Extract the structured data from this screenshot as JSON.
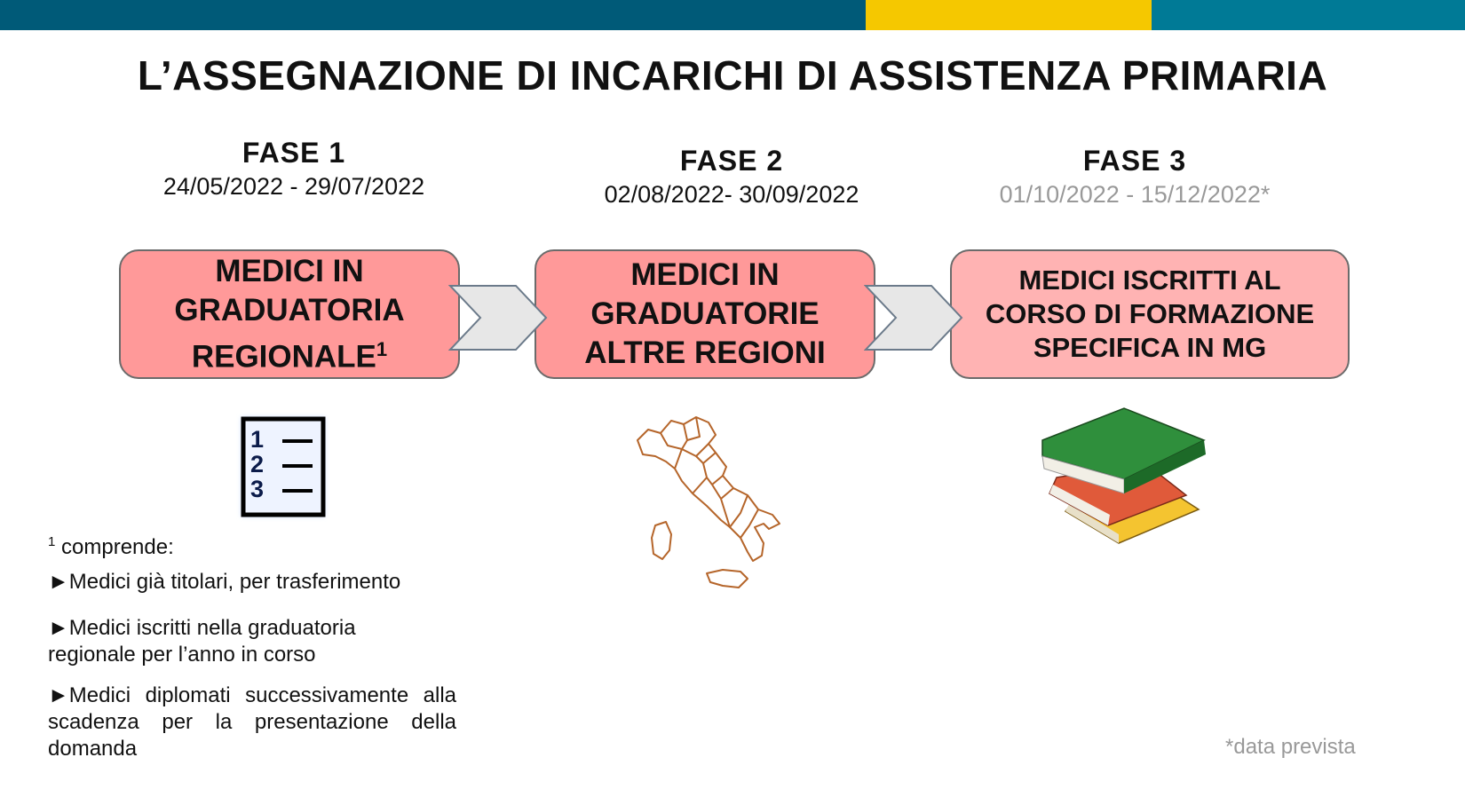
{
  "colors": {
    "bar_dark": "#005a78",
    "bar_yellow": "#f5c800",
    "bar_teal": "#007a96",
    "box_dark": "#ff9999",
    "box_light": "#ffb3b3",
    "arrow_fill": "#e7e7e7"
  },
  "title": "L’ASSEGNAZIONE DI INCARICHI DI ASSISTENZA PRIMARIA",
  "phases": [
    {
      "label": "FASE 1",
      "dates": "24/05/2022 - 29/07/2022",
      "box": "MEDICI IN\nGRADUATORIA\nREGIONALE",
      "sup": "1",
      "icon": "numbered-list-icon"
    },
    {
      "label": "FASE 2",
      "dates": "02/08/2022- 30/09/2022",
      "box": "MEDICI IN\nGRADUATORIE\nALTRE REGIONI",
      "icon": "italy-map-icon"
    },
    {
      "label": "FASE 3",
      "dates": "01/10/2022 - 15/12/2022*",
      "box": "MEDICI ISCRITTI AL\nCORSO DI FORMAZIONE\nSPECIFICA IN MG",
      "icon": "books-icon"
    }
  ],
  "list_numbers": [
    "1",
    "2",
    "3"
  ],
  "footnote": {
    "marker": "1",
    "intro": " comprende:",
    "items": [
      "►Medici già titolari, per trasferimento",
      "►Medici iscritti nella graduatoria regionale per l’anno in corso",
      "►Medici diplomati successivamente alla scadenza per la presentazione della domanda"
    ]
  },
  "note": "*data prevista"
}
